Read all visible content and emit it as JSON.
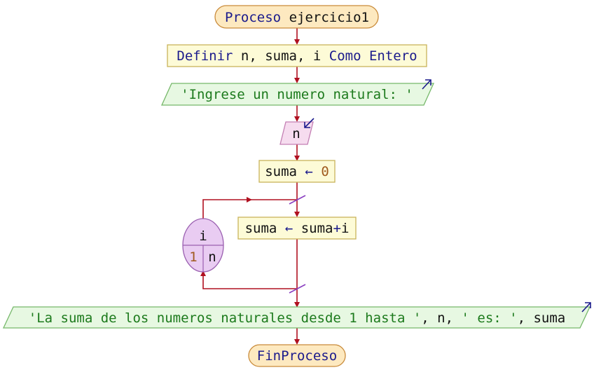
{
  "flowchart": {
    "start": {
      "keyword": "Proceso",
      "name": "ejercicio1"
    },
    "define": {
      "keyword": "Definir",
      "vars": "n, suma, i",
      "as": "Como",
      "type": "Entero"
    },
    "output1": {
      "text": "'Ingrese un numero natural: '"
    },
    "input1": {
      "var": "n"
    },
    "assign1": {
      "lhs": "suma",
      "arrow": "←",
      "rhs": "0"
    },
    "loop": {
      "var": "i",
      "start": "1",
      "end": "n"
    },
    "assign2": {
      "lhs": "suma",
      "arrow": "←",
      "rhs_a": "suma",
      "op": "+",
      "rhs_b": "i"
    },
    "output2": {
      "str1": "'La suma de los numeros naturales desde 1 hasta '",
      "sep1": ", ",
      "var1": "n",
      "sep2": ", ",
      "str2": "' es: '",
      "sep3": ", ",
      "var2": "suma"
    },
    "end": {
      "label": "FinProceso"
    }
  },
  "colors": {
    "flow_line": "#b01020",
    "terminal_fill": "#fde9c0",
    "terminal_stroke": "#c98b3b",
    "process_fill": "#fdfbd7",
    "process_stroke": "#c9b35a",
    "output_fill": "#e7f8e2",
    "output_stroke": "#76b86a",
    "input_fill": "#f6dcef",
    "input_stroke": "#c47fb4",
    "loop_fill": "#e9ccf2",
    "loop_stroke": "#9a5fb0",
    "io_arrow": "#1a1a8c"
  }
}
